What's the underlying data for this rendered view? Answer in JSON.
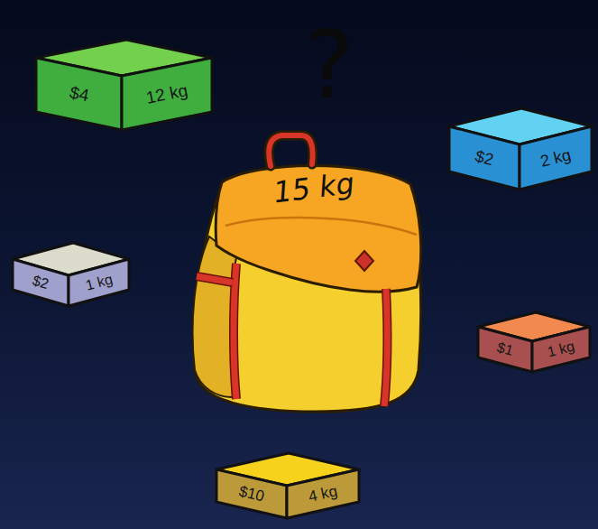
{
  "diagram": {
    "nodes": [
      {
        "text": [
          "$4",
          "12 kg"
        ]
      },
      {
        "text": [
          "$2",
          "2 kg"
        ]
      },
      {
        "text": [
          "15 kg"
        ]
      },
      {
        "text": [
          "$2",
          "1 kg"
        ]
      },
      {
        "text": [
          "$1",
          "1 kg"
        ]
      },
      {
        "text": [
          "$10",
          "4 kg"
        ]
      }
    ],
    "labels": [
      "?"
    ]
  }
}
